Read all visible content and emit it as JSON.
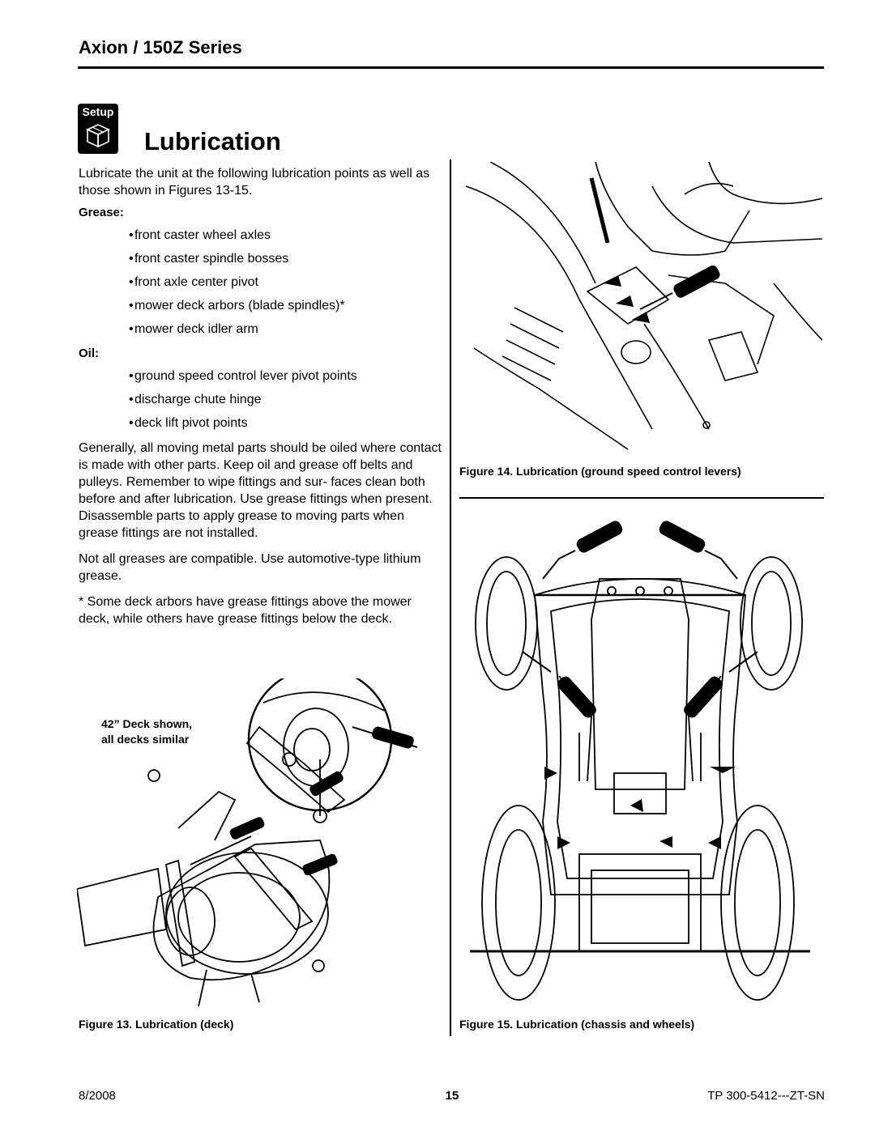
{
  "header": {
    "series_title": "Axion / 150Z Series"
  },
  "section": {
    "badge_label": "Setup",
    "title": "Lubrication"
  },
  "intro": "Lubricate the unit at the following lubrication points as well as those shown in Figures 13-15.",
  "grease": {
    "heading": "Grease:",
    "items": [
      "front caster wheel axles",
      "front caster spindle bosses",
      "front axle center pivot",
      "mower deck arbors (blade spindles)*",
      "mower deck idler arm"
    ]
  },
  "oil": {
    "heading": "Oil:",
    "items": [
      "ground speed control lever pivot points",
      "discharge chute hinge",
      "deck lift pivot points"
    ]
  },
  "paragraphs": [
    "Generally, all moving metal parts should be oiled where contact is made with other parts.  Keep oil and grease off belts and pulleys.  Remember to wipe fittings and sur- faces clean both before and after lubrication. Use grease fittings when present. Disassemble parts to apply grease to moving parts when grease fittings are not installed.",
    "Not all greases are compatible.  Use automotive-type lithium grease.",
    "* Some deck arbors have grease fittings above the mower deck, while others have grease fittings below the deck."
  ],
  "figures": {
    "fig13_note_line1": "42” Deck shown,",
    "fig13_note_line2": "all decks similar",
    "fig13_caption": "Figure 13. Lubrication (deck)",
    "fig14_caption": "Figure 14. Lubrication (ground speed control levers)",
    "fig15_caption": "Figure 15. Lubrication (chassis and wheels)"
  },
  "footer": {
    "date": "8/2008",
    "page": "15",
    "doc_id": "TP 300-5412---ZT-SN"
  }
}
